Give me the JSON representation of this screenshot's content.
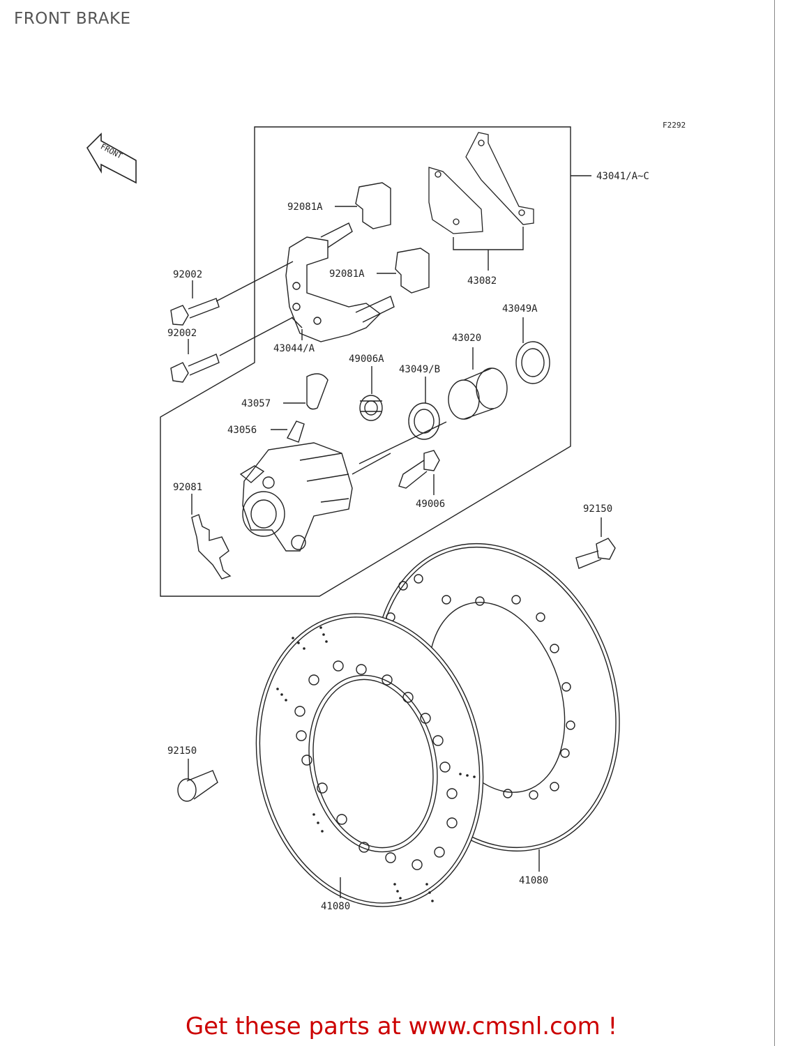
{
  "page": {
    "title": "FRONT BRAKE",
    "figure_code": "F2292",
    "front_marker": "FRONT"
  },
  "parts": {
    "p_43041": "43041/A~C",
    "p_92081a_top": "92081A",
    "p_92081a_mid": "92081A",
    "p_43082": "43082",
    "p_92002_top": "92002",
    "p_92002_bot": "92002",
    "p_43044": "43044/A",
    "p_43049a": "43049A",
    "p_43020": "43020",
    "p_49006a": "49006A",
    "p_43049b": "43049/B",
    "p_43057": "43057",
    "p_43056": "43056",
    "p_92081": "92081",
    "p_49006": "49006",
    "p_92150_right": "92150",
    "p_92150_left": "92150",
    "p_41080_right": "41080",
    "p_41080_left": "41080"
  },
  "footer": {
    "cta": "Get these parts at www.cmsnl.com !"
  },
  "colors": {
    "line": "#222222",
    "cta": "#cc0000"
  }
}
